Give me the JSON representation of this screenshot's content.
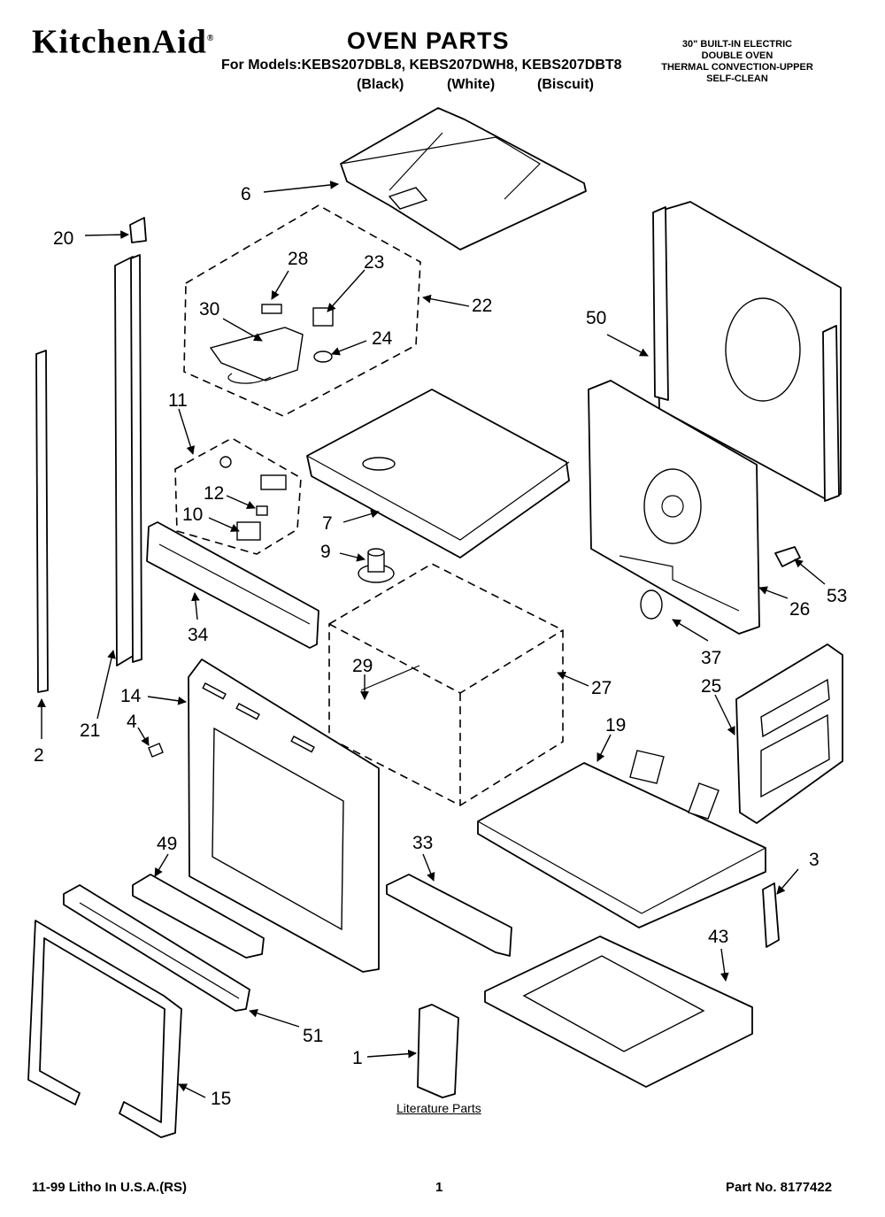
{
  "header": {
    "brand": "KitchenAid",
    "brand_mark": "®",
    "title": "OVEN PARTS",
    "models_line": "For Models:KEBS207DBL8, KEBS207DWH8, KEBS207DBT8",
    "colors": [
      "(Black)",
      "(White)",
      "(Biscuit)"
    ],
    "spec_lines": [
      "30\" BUILT-IN ELECTRIC",
      "DOUBLE OVEN",
      "THERMAL CONVECTION-UPPER",
      "SELF-CLEAN"
    ]
  },
  "callouts": [
    "6",
    "20",
    "28",
    "23",
    "22",
    "30",
    "24",
    "50",
    "11",
    "12",
    "7",
    "10",
    "9",
    "53",
    "26",
    "34",
    "29",
    "37",
    "27",
    "25",
    "14",
    "21",
    "4",
    "2",
    "19",
    "49",
    "33",
    "3",
    "43",
    "51",
    "1",
    "15"
  ],
  "literature_label": "Literature Parts",
  "footer": {
    "litho": "11-99 Litho In U.S.A.(RS)",
    "page": "1",
    "part_no": "Part No. 8177422"
  }
}
